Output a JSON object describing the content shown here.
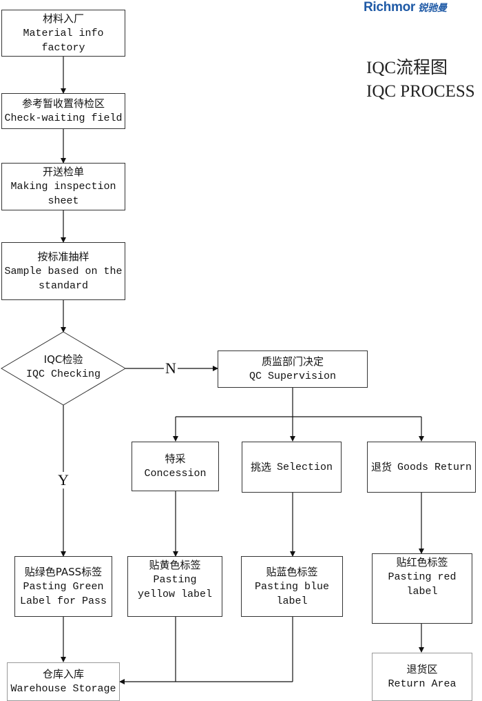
{
  "logo": {
    "brand": "Richmor",
    "brand_cn": "锐驰曼"
  },
  "title": {
    "line1": "IQC流程图",
    "line2": "IQC PROCESS"
  },
  "nodes": {
    "material_in": {
      "zh": "材料入厂",
      "en1": "Material info",
      "en2": "factory"
    },
    "check_waiting": {
      "zh": "参考暂收置待检区",
      "en1": "Check-waiting field"
    },
    "inspection_sheet": {
      "zh": "开送检单",
      "en1": "Making inspection",
      "en2": "sheet"
    },
    "sampling": {
      "zh": "按标准抽样",
      "en1": "Sample based on the",
      "en2": "standard"
    },
    "iqc_check": {
      "zh": "IQC检验",
      "en1": "IQC Checking"
    },
    "qc_supervision": {
      "zh": "质监部门决定",
      "en1": "QC Supervision"
    },
    "concession": {
      "zh": "特采",
      "en1": "Concession"
    },
    "selection": {
      "zh": "挑选",
      "en1": "Selection"
    },
    "goods_return": {
      "zh": "退货",
      "en1": "Goods Return"
    },
    "green_label": {
      "zh": "贴绿色PASS标签",
      "en1": "Pasting Green",
      "en2": "Label for Pass"
    },
    "yellow_label": {
      "zh": "贴黄色标签",
      "en1": "Pasting",
      "en2": "yellow label"
    },
    "blue_label": {
      "zh": "贴蓝色标签",
      "en1": "Pasting blue",
      "en2": "label"
    },
    "red_label": {
      "zh": "贴红色标签",
      "en1": "Pasting red",
      "en2": "label"
    },
    "warehouse": {
      "zh": "仓库入库",
      "en1": "Warehouse Storage"
    },
    "return_area": {
      "zh": "退货区",
      "en1": "Return Area"
    }
  },
  "branches": {
    "no": "N",
    "yes": "Y"
  }
}
